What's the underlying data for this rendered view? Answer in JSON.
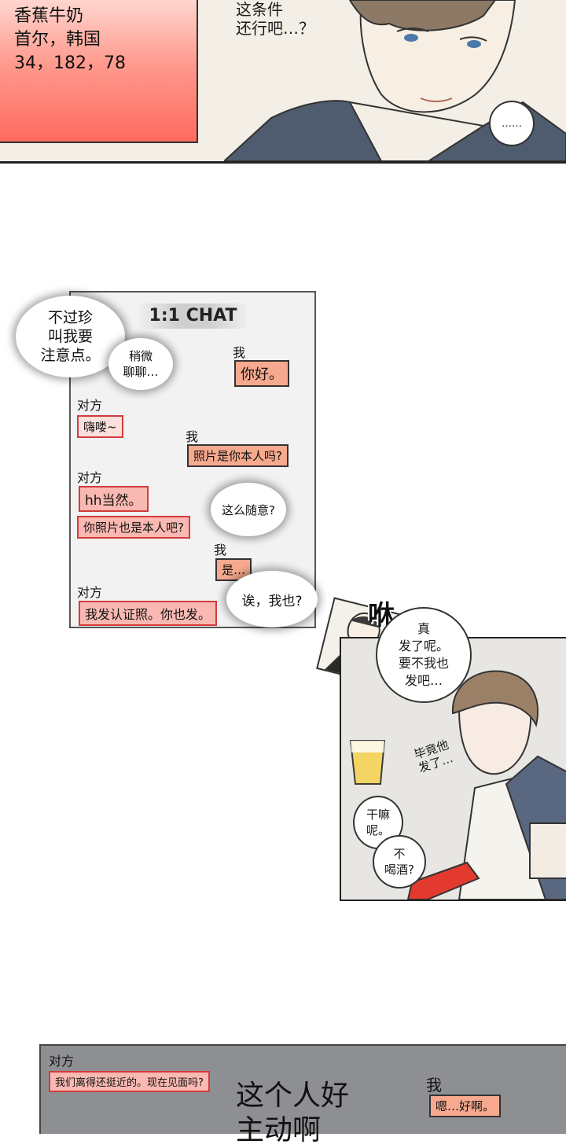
{
  "panel1": {
    "profile_lines": [
      "香蕉牛奶",
      "首尔，韩国",
      "34，182，78"
    ],
    "caption_lines": [
      "这条件",
      "还行吧…？"
    ],
    "dots": "……"
  },
  "chat": {
    "title": "1:1 CHAT",
    "bursts": {
      "zhen": "不过珍\n叫我要\n注意点。",
      "chat_a_bit": "稍微\n聊聊…",
      "so_casual": "这么随意?",
      "me_too": "诶，我也?"
    },
    "messages": [
      {
        "sender": "我",
        "text": "你好。"
      },
      {
        "sender": "对方",
        "text": "嗨喽~"
      },
      {
        "sender": "我",
        "text": "照片是你本人吗?"
      },
      {
        "sender": "对方",
        "text": "hh当然。"
      },
      {
        "sender": "",
        "text": "你照片也是本人吧?"
      },
      {
        "sender": "我",
        "text": "是…"
      },
      {
        "sender": "对方",
        "text": "我发认证照。你也发。"
      }
    ]
  },
  "reaction": {
    "onomatopoeia": "咻",
    "thought": "真\n发了呢。\n要不我也\n发吧…",
    "aside": "毕竟他\n发了…",
    "friend_line1": "干嘛\n呢。",
    "friend_line2": "不\n喝酒?"
  },
  "bottom": {
    "other_label": "对方",
    "other_msg": "我们离得还挺近的。现在见面吗?",
    "me_label": "我",
    "me_msg": "嗯…好啊。",
    "caption": "这个人好\n主动啊"
  },
  "colors": {
    "profile_gradient_end": "#ff6a5f",
    "my_bubble": "#f6a98e",
    "their_border": "#d43b3b",
    "bottom_bg": "#8e8f93"
  }
}
